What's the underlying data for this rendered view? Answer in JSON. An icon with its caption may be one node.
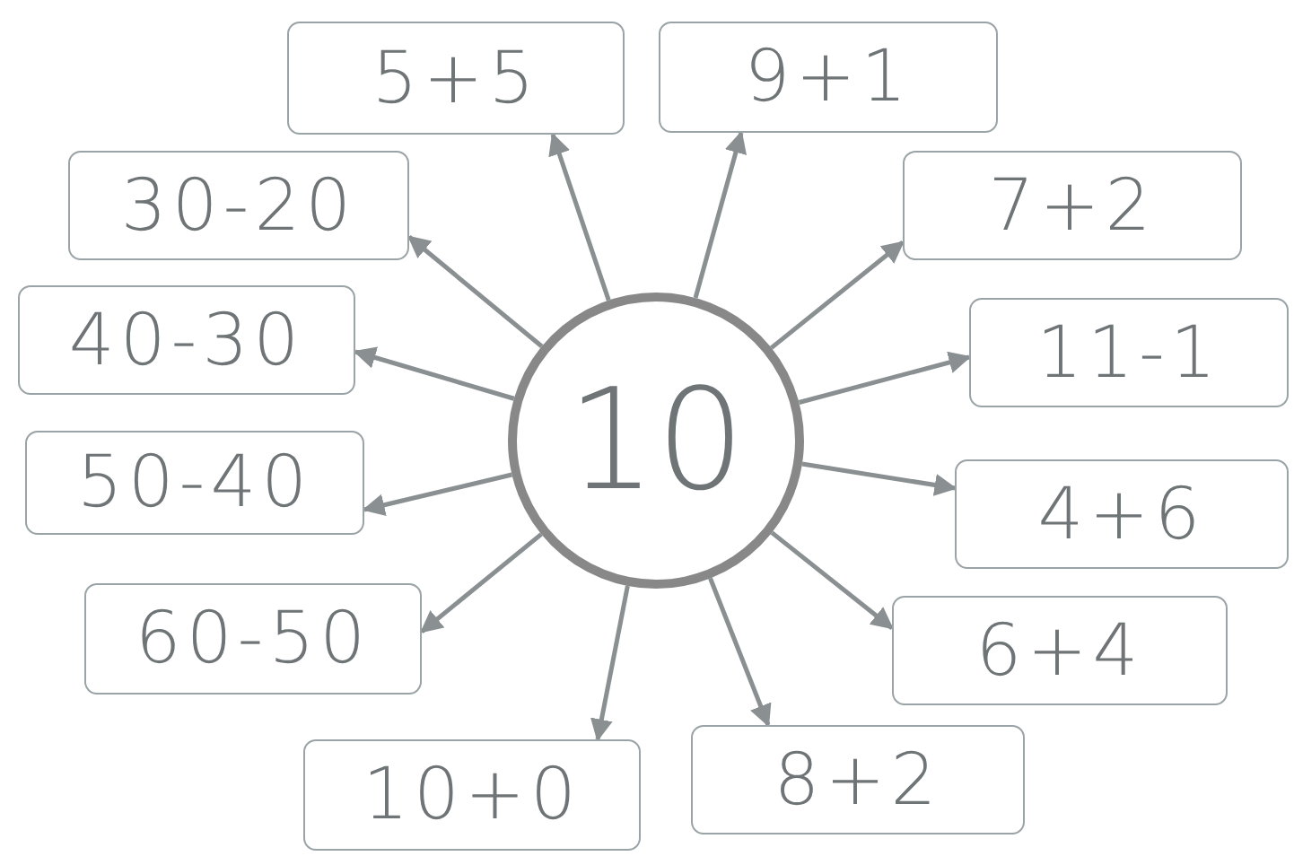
{
  "diagram": {
    "nodes": [
      {
        "text": [
          "10"
        ]
      },
      {
        "text": [
          "5+5"
        ]
      },
      {
        "text": [
          "9+1"
        ]
      },
      {
        "text": [
          "30-20"
        ]
      },
      {
        "text": [
          "7+2"
        ]
      },
      {
        "text": [
          "40-30"
        ]
      },
      {
        "text": [
          "11-1"
        ]
      },
      {
        "text": [
          "50-40"
        ]
      },
      {
        "text": [
          "4+6"
        ]
      },
      {
        "text": [
          "60-50"
        ]
      },
      {
        "text": [
          "6+4"
        ]
      },
      {
        "text": [
          "10+0"
        ]
      },
      {
        "text": [
          "8+2"
        ]
      }
    ],
    "edges": [
      {
        "from": 0,
        "to": 1,
        "arrow": "to"
      },
      {
        "from": 0,
        "to": 2,
        "arrow": "to"
      },
      {
        "from": 0,
        "to": 3,
        "arrow": "to"
      },
      {
        "from": 0,
        "to": 4,
        "arrow": "to"
      },
      {
        "from": 0,
        "to": 5,
        "arrow": "to"
      },
      {
        "from": 0,
        "to": 6,
        "arrow": "to"
      },
      {
        "from": 0,
        "to": 7,
        "arrow": "to"
      },
      {
        "from": 0,
        "to": 8,
        "arrow": "to"
      },
      {
        "from": 0,
        "to": 9,
        "arrow": "to"
      },
      {
        "from": 0,
        "to": 10,
        "arrow": "to"
      },
      {
        "from": 0,
        "to": 11,
        "arrow": "to"
      },
      {
        "from": 0,
        "to": 12,
        "arrow": "to"
      }
    ]
  }
}
